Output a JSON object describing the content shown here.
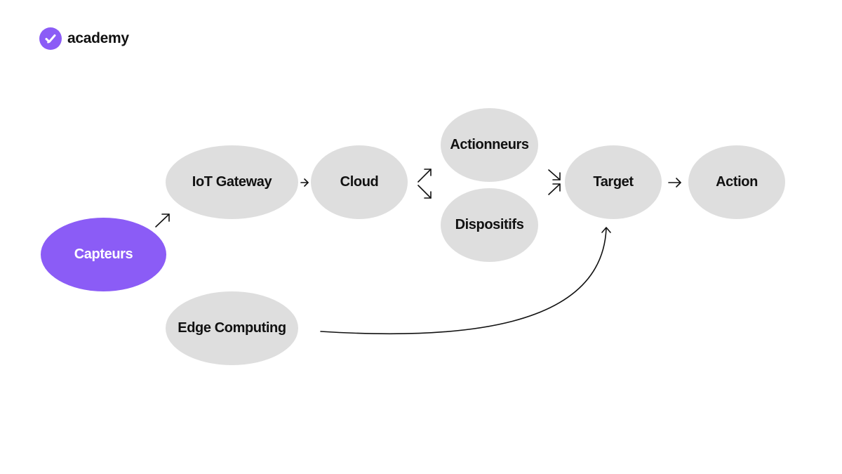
{
  "brand": {
    "name": "academy",
    "accent_color": "#8b5cf6"
  },
  "diagram": {
    "nodes": [
      {
        "id": "capteurs",
        "label": "Capteurs"
      },
      {
        "id": "iot_gateway",
        "label": "IoT Gateway"
      },
      {
        "id": "cloud",
        "label": "Cloud"
      },
      {
        "id": "actionneurs",
        "label": "Actionneurs"
      },
      {
        "id": "dispositifs",
        "label": "Dispositifs"
      },
      {
        "id": "target",
        "label": "Target"
      },
      {
        "id": "action",
        "label": "Action"
      },
      {
        "id": "edge_computing",
        "label": "Edge Computing"
      }
    ],
    "edges": [
      {
        "from": "capteurs",
        "to": "iot_gateway"
      },
      {
        "from": "iot_gateway",
        "to": "cloud"
      },
      {
        "from": "cloud",
        "to": "actionneurs"
      },
      {
        "from": "cloud",
        "to": "dispositifs"
      },
      {
        "from": "actionneurs",
        "to": "target"
      },
      {
        "from": "dispositifs",
        "to": "target"
      },
      {
        "from": "target",
        "to": "action"
      },
      {
        "from": "edge_computing",
        "to": "target"
      }
    ],
    "colors": {
      "node_fill": "#dedede",
      "highlight_fill": "#8b5cf6",
      "edge_color": "#111111"
    }
  }
}
